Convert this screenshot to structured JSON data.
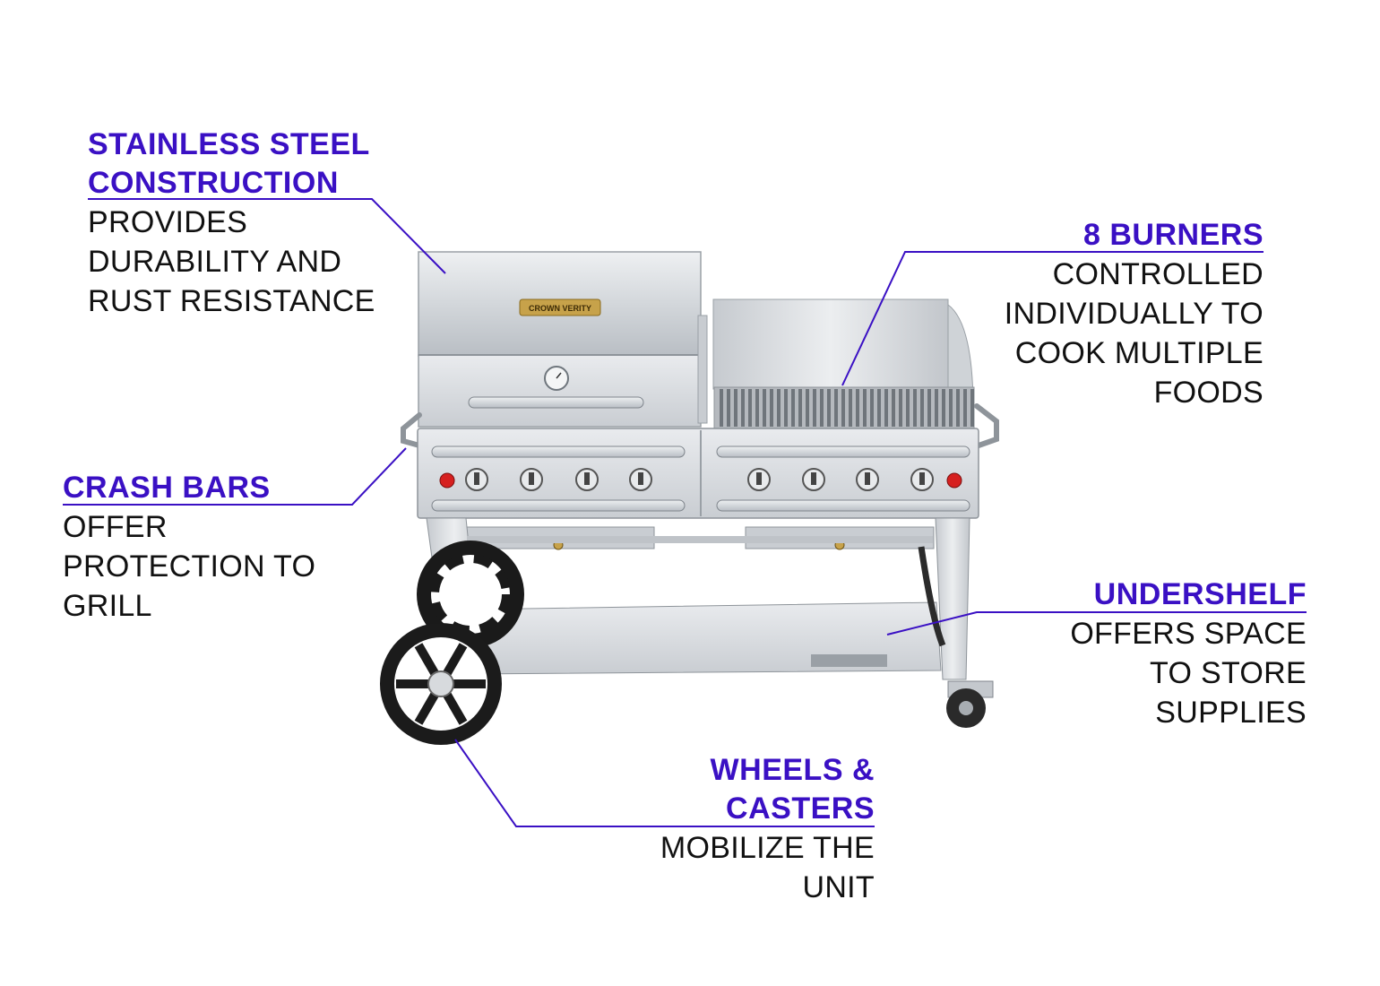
{
  "callouts": {
    "stainless": {
      "title": [
        "STAINLESS STEEL",
        "CONSTRUCTION"
      ],
      "body": [
        "PROVIDES",
        "DURABILITY AND",
        "RUST RESISTANCE"
      ]
    },
    "burners": {
      "title": [
        "8 BURNERS"
      ],
      "body": [
        "CONTROLLED",
        "INDIVIDUALLY TO",
        "COOK MULTIPLE",
        "FOODS"
      ]
    },
    "crash": {
      "title": [
        "CRASH BARS"
      ],
      "body": [
        "OFFER",
        "PROTECTION TO",
        "GRILL"
      ]
    },
    "undershelf": {
      "title": [
        "UNDERSHELF"
      ],
      "body": [
        "OFFERS SPACE",
        "TO STORE",
        "SUPPLIES"
      ]
    },
    "wheels": {
      "title": [
        "WHEELS &",
        "CASTERS"
      ],
      "body": [
        "MOBILIZE THE",
        "UNIT"
      ]
    }
  },
  "product": {
    "brand_plate": "CROWN VERITY",
    "burner_count": 8
  },
  "colors": {
    "accent": "#3a10c4",
    "text": "#111111",
    "steel": "#d9dcdf"
  }
}
